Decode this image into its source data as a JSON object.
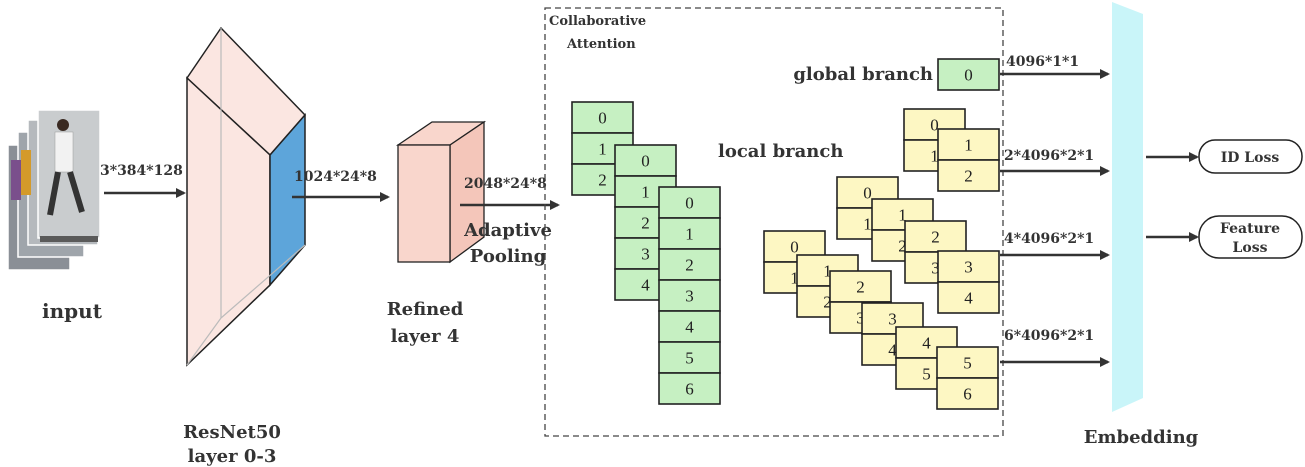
{
  "labels": {
    "input": "input",
    "input_dim": "3*384*128",
    "resnet_line1": "ResNet50",
    "resnet_line2": "layer 0-3",
    "resnet_dim": "1024*24*8",
    "refined_line1": "Refined",
    "refined_line2": "layer 4",
    "refined_dim": "2048*24*8",
    "adaptive_line1": "Adaptive",
    "adaptive_line2": "Pooling",
    "ca_line1": "Collaborative",
    "ca_line2": "Attention",
    "global_branch": "global branch",
    "local_branch": "local branch",
    "out_global": "4096*1*1",
    "out_2": "2*4096*2*1",
    "out_4": "4*4096*2*1",
    "out_6": "6*4096*2*1",
    "embedding": "Embedding",
    "id_loss": "ID Loss",
    "feature_loss_1": "Feature",
    "feature_loss_2": "Loss"
  },
  "stacks": {
    "global_cells": [
      "0"
    ],
    "green_a": [
      "0",
      "1",
      "2"
    ],
    "green_b": [
      "0",
      "1",
      "2",
      "3",
      "4"
    ],
    "green_c": [
      "0",
      "1",
      "2",
      "3",
      "4",
      "5",
      "6"
    ],
    "yellow_2a": [
      "0",
      "1"
    ],
    "yellow_2b": [
      "1",
      "2"
    ],
    "yellow_4a": [
      "0",
      "1"
    ],
    "yellow_4b": [
      "1",
      "2"
    ],
    "yellow_4c": [
      "2",
      "3"
    ],
    "yellow_4d": [
      "3",
      "4"
    ],
    "yellow_6a": [
      "0",
      "1"
    ],
    "yellow_6b": [
      "1",
      "2"
    ],
    "yellow_6c": [
      "2",
      "3"
    ],
    "yellow_6d": [
      "3",
      "4"
    ],
    "yellow_6e": [
      "4",
      "5"
    ],
    "yellow_6f": [
      "5",
      "6"
    ]
  },
  "colors": {
    "green": "#c6f0c2",
    "yellow": "#fdf7c3",
    "block_pink": "#f9d6cc",
    "prism_pink": "#fbe6e1",
    "prism_blue": "#5da5da",
    "embedding": "#c9f5f9"
  }
}
